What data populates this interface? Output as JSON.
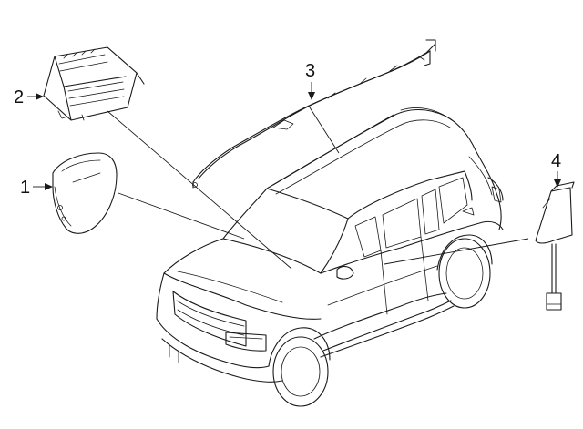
{
  "callouts": {
    "c1": "1",
    "c2": "2",
    "c3": "3",
    "c4": "4"
  },
  "parts": {
    "p1": "driver-airbag-module-icon",
    "p2": "passenger-airbag-module-icon",
    "p3": "curtain-airbag-icon",
    "p4": "side-airbag-module-icon",
    "vehicle": "suv-vehicle-icon"
  }
}
